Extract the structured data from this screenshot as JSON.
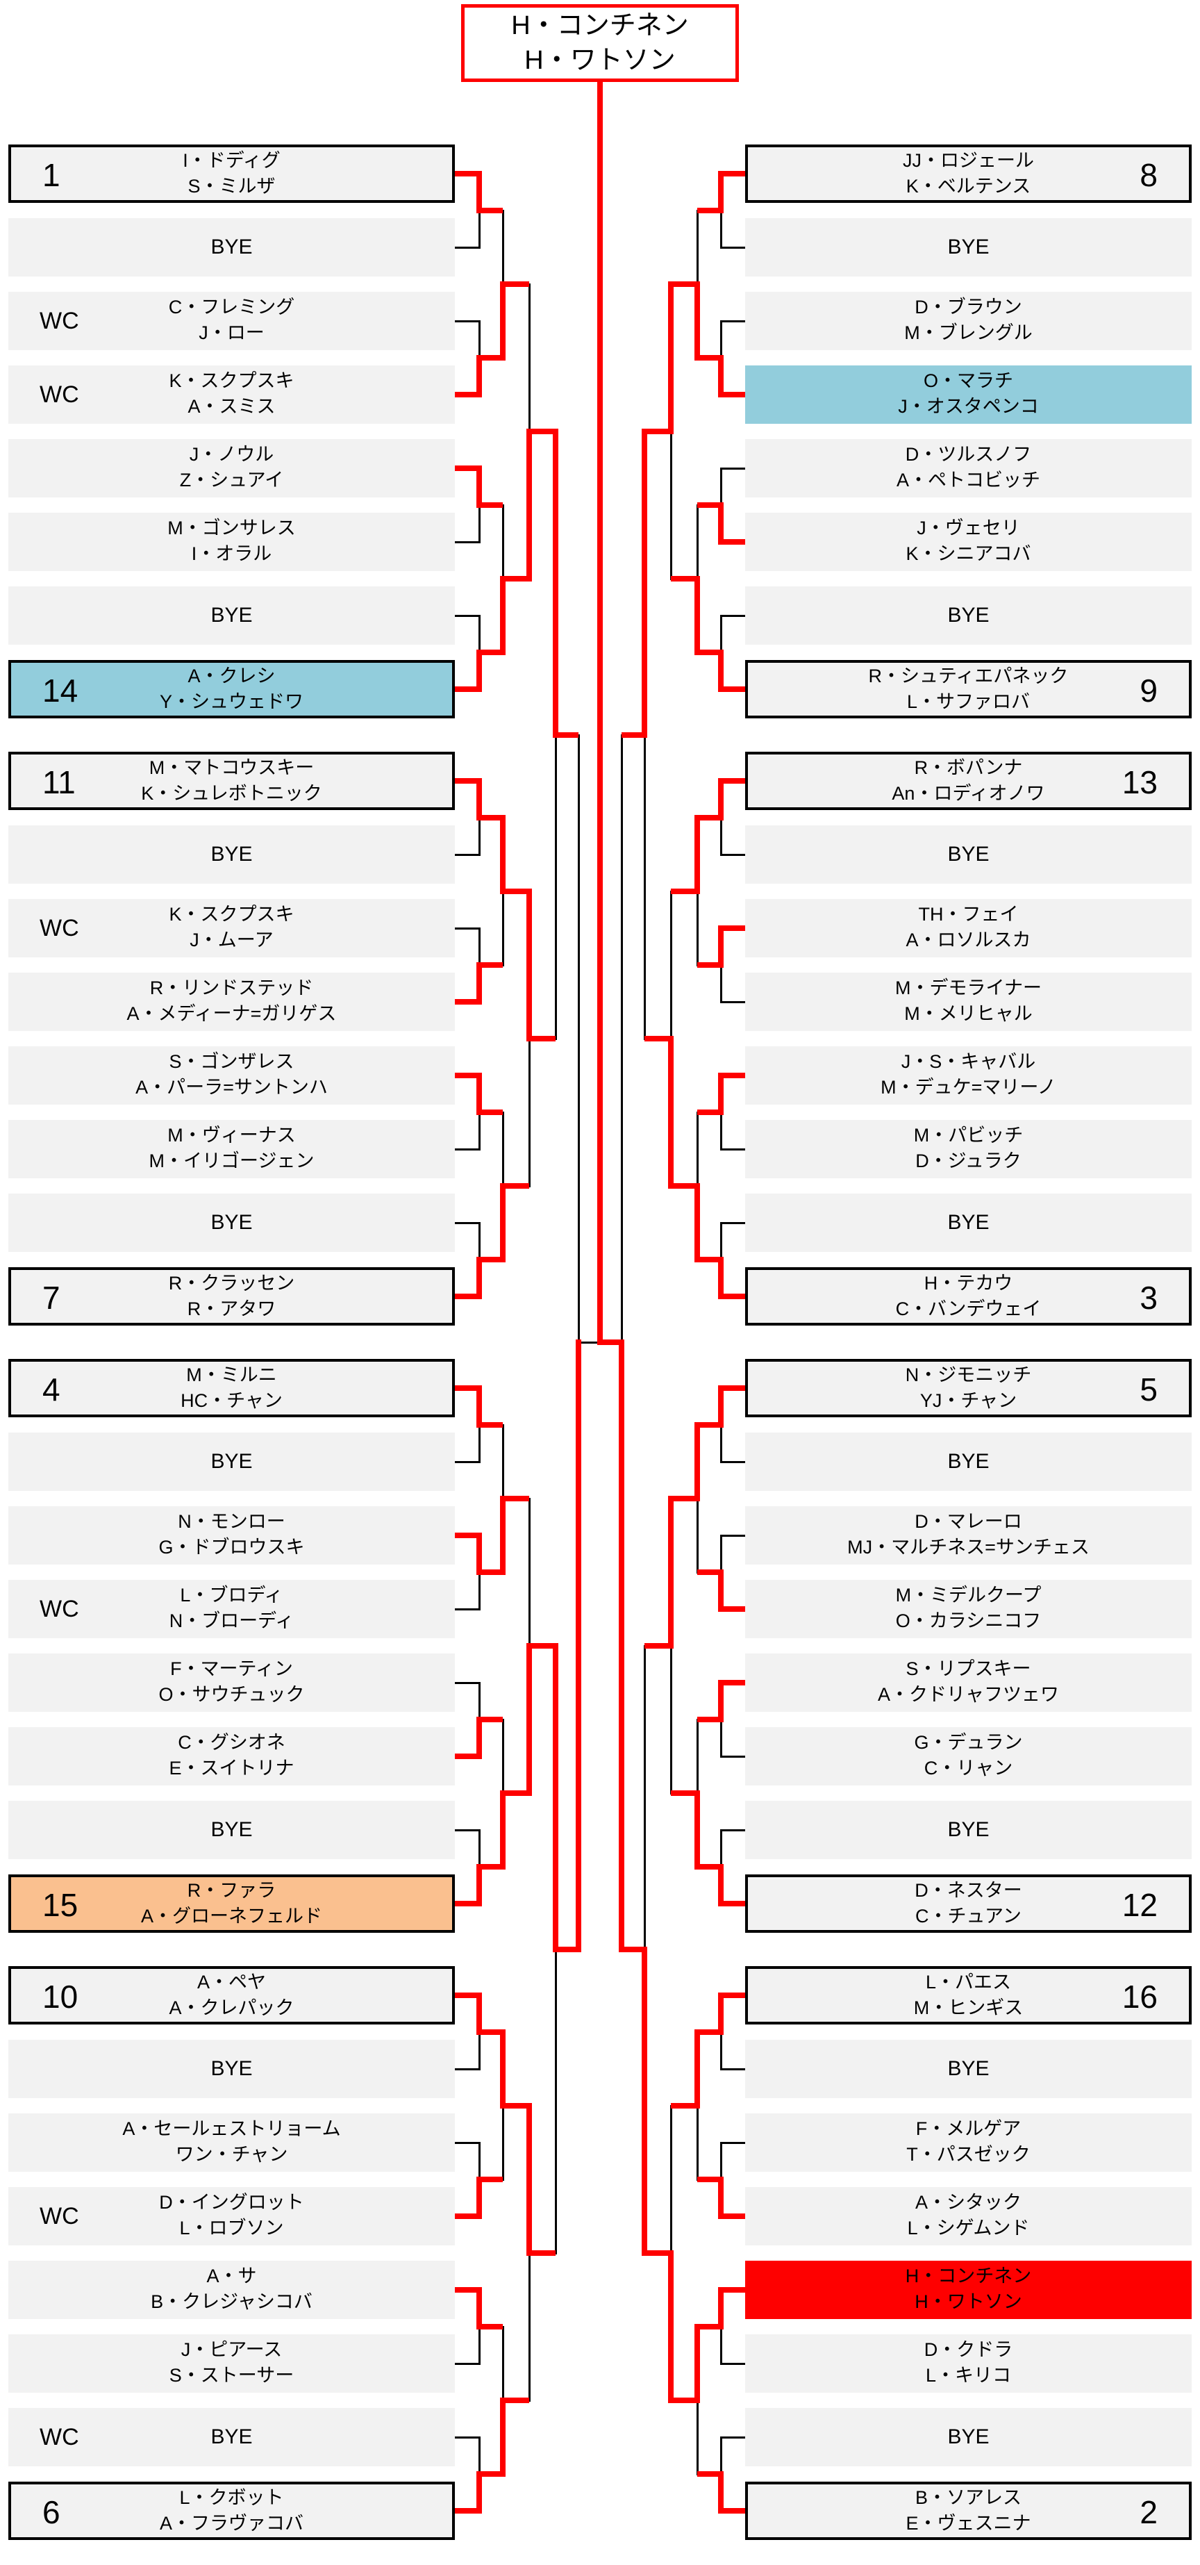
{
  "champion": {
    "line1": "H・コンチネン",
    "line2": "H・ワトソン"
  },
  "labels": {
    "wc": "WC",
    "bye": "BYE"
  },
  "colors": {
    "winner_path": "#fe0000",
    "sf_loser": "#92cddc",
    "runner_up": "#fac08f",
    "champion": "#fe0000",
    "box_bg": "#f2f2f2"
  },
  "entries": {
    "left": [
      {
        "seed": "1",
        "names": [
          "I・ドディグ",
          "S・ミルザ"
        ]
      },
      {
        "bye": true
      },
      {
        "wc": true,
        "names": [
          "C・フレミング",
          "J・ロー"
        ]
      },
      {
        "wc": true,
        "names": [
          "K・スクプスキ",
          "A・スミス"
        ]
      },
      {
        "names": [
          "J・ノウル",
          "Z・シュアイ"
        ]
      },
      {
        "names": [
          "M・ゴンサレス",
          "I・オラル"
        ]
      },
      {
        "bye": true
      },
      {
        "seed": "14",
        "hl": "blue",
        "names": [
          "A・クレシ",
          "Y・シュウェドワ"
        ]
      },
      {
        "seed": "11",
        "names": [
          "M・マトコウスキー",
          "K・シュレボトニック"
        ]
      },
      {
        "bye": true
      },
      {
        "wc": true,
        "names": [
          "K・スクプスキ",
          "J・ムーア"
        ]
      },
      {
        "names": [
          "R・リンドステッド",
          "A・メディーナ=ガリゲス"
        ]
      },
      {
        "names": [
          "S・ゴンザレス",
          "A・パーラ=サントンハ"
        ]
      },
      {
        "names": [
          "M・ヴィーナス",
          "M・イリゴージェン"
        ]
      },
      {
        "bye": true
      },
      {
        "seed": "7",
        "names": [
          "R・クラッセン",
          "R・アタワ"
        ]
      },
      {
        "seed": "4",
        "names": [
          "M・ミルニ",
          "HC・チャン"
        ]
      },
      {
        "bye": true
      },
      {
        "names": [
          "N・モンロー",
          "G・ドブロウスキ"
        ]
      },
      {
        "wc": true,
        "names": [
          "L・ブロディ",
          "N・ブローディ"
        ]
      },
      {
        "names": [
          "F・マーティン",
          "O・サウチュック"
        ]
      },
      {
        "names": [
          "C・グシオネ",
          "E・スイトリナ"
        ]
      },
      {
        "bye": true
      },
      {
        "seed": "15",
        "hl": "orange",
        "names": [
          "R・ファラ",
          "A・グローネフェルド"
        ]
      },
      {
        "seed": "10",
        "names": [
          "A・ペヤ",
          "A・クレパック"
        ]
      },
      {
        "bye": true
      },
      {
        "names": [
          "A・セールェストリョーム",
          "ワン・チャン"
        ]
      },
      {
        "wc": true,
        "names": [
          "D・イングロット",
          "L・ロブソン"
        ]
      },
      {
        "names": [
          "A・サ",
          "B・クレジャシコバ"
        ]
      },
      {
        "names": [
          "J・ピアース",
          "S・ストーサー"
        ]
      },
      {
        "wc": true,
        "bye": true
      },
      {
        "seed": "6",
        "names": [
          "L・クボット",
          "A・フラヴァコバ"
        ]
      }
    ],
    "right": [
      {
        "seed": "8",
        "names": [
          "JJ・ロジェール",
          "K・ベルテンス"
        ]
      },
      {
        "bye": true
      },
      {
        "names": [
          "D・ブラウン",
          "M・ブレングル"
        ]
      },
      {
        "hl": "blue",
        "names": [
          "O・マラチ",
          "J・オスタペンコ"
        ]
      },
      {
        "names": [
          "D・ツルスノフ",
          "A・ペトコビッチ"
        ]
      },
      {
        "names": [
          "J・ヴェセリ",
          "K・シニアコバ"
        ]
      },
      {
        "bye": true
      },
      {
        "seed": "9",
        "names": [
          "R・シュティエパネック",
          "L・サファロバ"
        ]
      },
      {
        "seed": "13",
        "names": [
          "R・ボパンナ",
          "An・ロディオノワ"
        ]
      },
      {
        "bye": true
      },
      {
        "names": [
          "TH・フェイ",
          "A・ロソルスカ"
        ]
      },
      {
        "names": [
          "M・デモライナー",
          "M・メリヒャル"
        ]
      },
      {
        "names": [
          "J・S・キャバル",
          "M・デュケ=マリーノ"
        ]
      },
      {
        "names": [
          "M・パビッチ",
          "D・ジュラク"
        ]
      },
      {
        "bye": true
      },
      {
        "seed": "3",
        "names": [
          "H・テカウ",
          "C・バンデウェイ"
        ]
      },
      {
        "seed": "5",
        "names": [
          "N・ジモニッチ",
          "YJ・チャン"
        ]
      },
      {
        "bye": true
      },
      {
        "names": [
          "D・マレーロ",
          "MJ・マルチネス=サンチェス"
        ]
      },
      {
        "names": [
          "M・ミデルクープ",
          "O・カラシニコフ"
        ]
      },
      {
        "names": [
          "S・リプスキー",
          "A・クドリャフツェワ"
        ]
      },
      {
        "names": [
          "G・デュラン",
          "C・リャン"
        ]
      },
      {
        "bye": true
      },
      {
        "seed": "12",
        "names": [
          "D・ネスター",
          "C・チュアン"
        ]
      },
      {
        "seed": "16",
        "names": [
          "L・パエス",
          "M・ヒンギス"
        ]
      },
      {
        "bye": true
      },
      {
        "names": [
          "F・メルゲア",
          "T・パスゼック"
        ]
      },
      {
        "names": [
          "A・シタック",
          "L・シゲムンド"
        ]
      },
      {
        "hl": "red",
        "names": [
          "H・コンチネン",
          "H・ワトソン"
        ]
      },
      {
        "names": [
          "D・クドラ",
          "L・キリコ"
        ]
      },
      {
        "bye": true
      },
      {
        "seed": "2",
        "names": [
          "B・ソアレス",
          "E・ヴェスニナ"
        ]
      }
    ]
  },
  "results": {
    "left": {
      "r1": [
        "top",
        "bottom",
        "top",
        "bottom",
        "top",
        "bottom",
        "top",
        "bottom",
        "top",
        "top",
        "bottom",
        "bottom",
        "top",
        "bottom",
        "top",
        "bottom"
      ],
      "r2": [
        "bottom",
        "bottom",
        "top",
        "bottom",
        "bottom",
        "bottom",
        "top",
        "bottom"
      ],
      "r3": [
        "bottom",
        "top",
        "bottom",
        "top"
      ],
      "qf": [
        "top",
        "top"
      ],
      "sf": "bottom"
    },
    "right": {
      "r1": [
        "top",
        "bottom",
        "bottom",
        "bottom",
        "top",
        "top",
        "top",
        "bottom",
        "top",
        "bottom",
        "top",
        "bottom",
        "top",
        "bottom",
        "top",
        "bottom"
      ],
      "r2": [
        "bottom",
        "bottom",
        "top",
        "bottom",
        "top",
        "bottom",
        "top",
        "top"
      ],
      "r3": [
        "top",
        "bottom",
        "top",
        "bottom"
      ],
      "qf": [
        "top",
        "bottom"
      ],
      "sf": "bottom"
    },
    "final": "right"
  }
}
